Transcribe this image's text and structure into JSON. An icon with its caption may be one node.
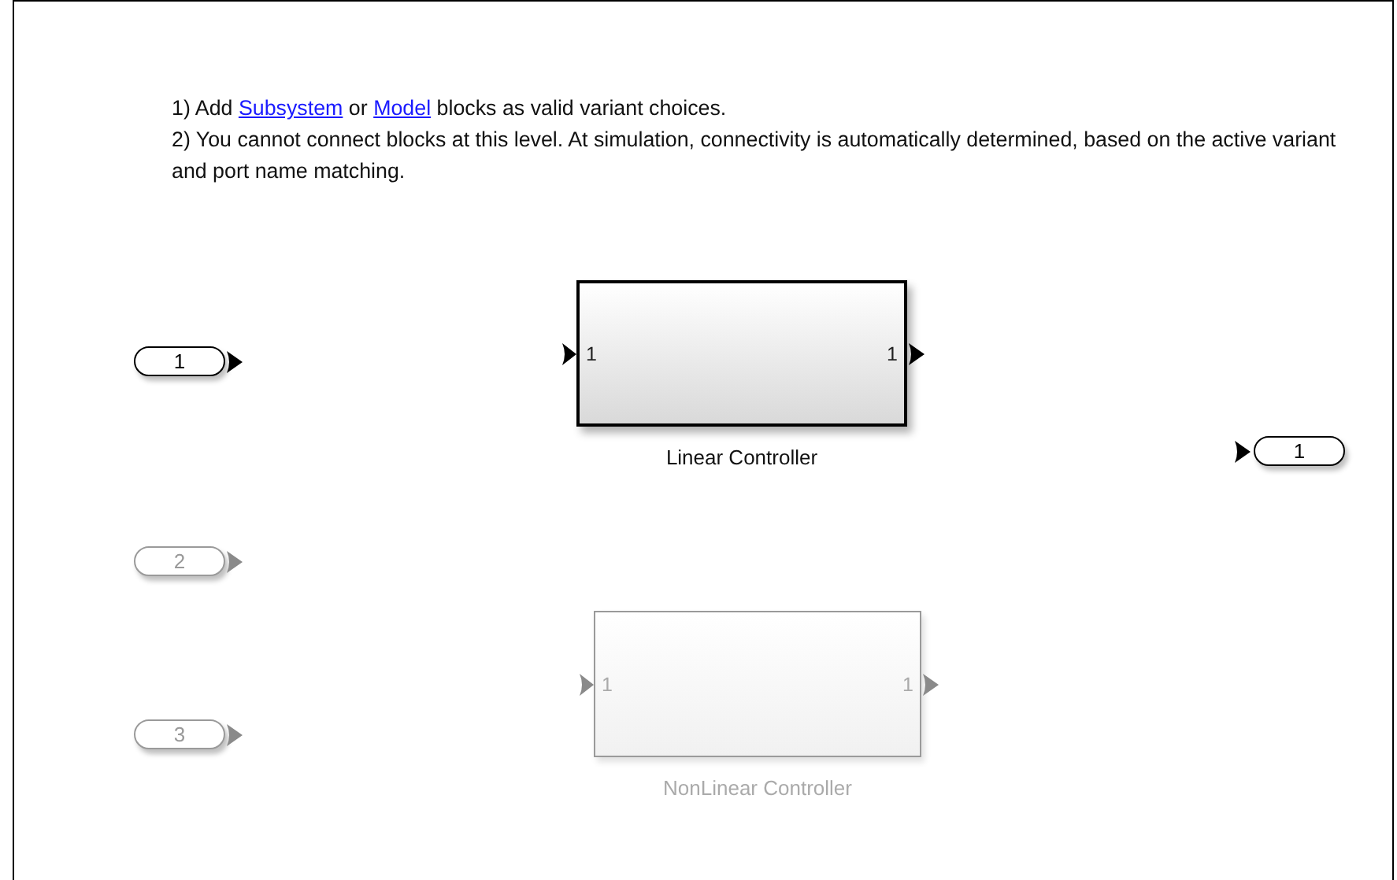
{
  "diagram": {
    "nodes": [
      {
        "text": [
          "1"
        ]
      },
      {
        "text": [
          "1",
          "1"
        ],
        "beside": [
          "Linear Controller"
        ]
      },
      {
        "text": [
          "1"
        ]
      },
      {
        "text": [
          "2"
        ]
      },
      {
        "text": [
          "1",
          "1"
        ],
        "beside": [
          "NonLinear Controller"
        ]
      },
      {
        "text": [
          "3"
        ]
      }
    ],
    "labels": [
      "1) Add",
      "Subsystem",
      "or",
      "Model",
      "blocks as valid variant choices.",
      "2) You cannot connect blocks at this level. At simulation, connectivity is automatically determined, based on the active variant and port name matching."
    ]
  }
}
